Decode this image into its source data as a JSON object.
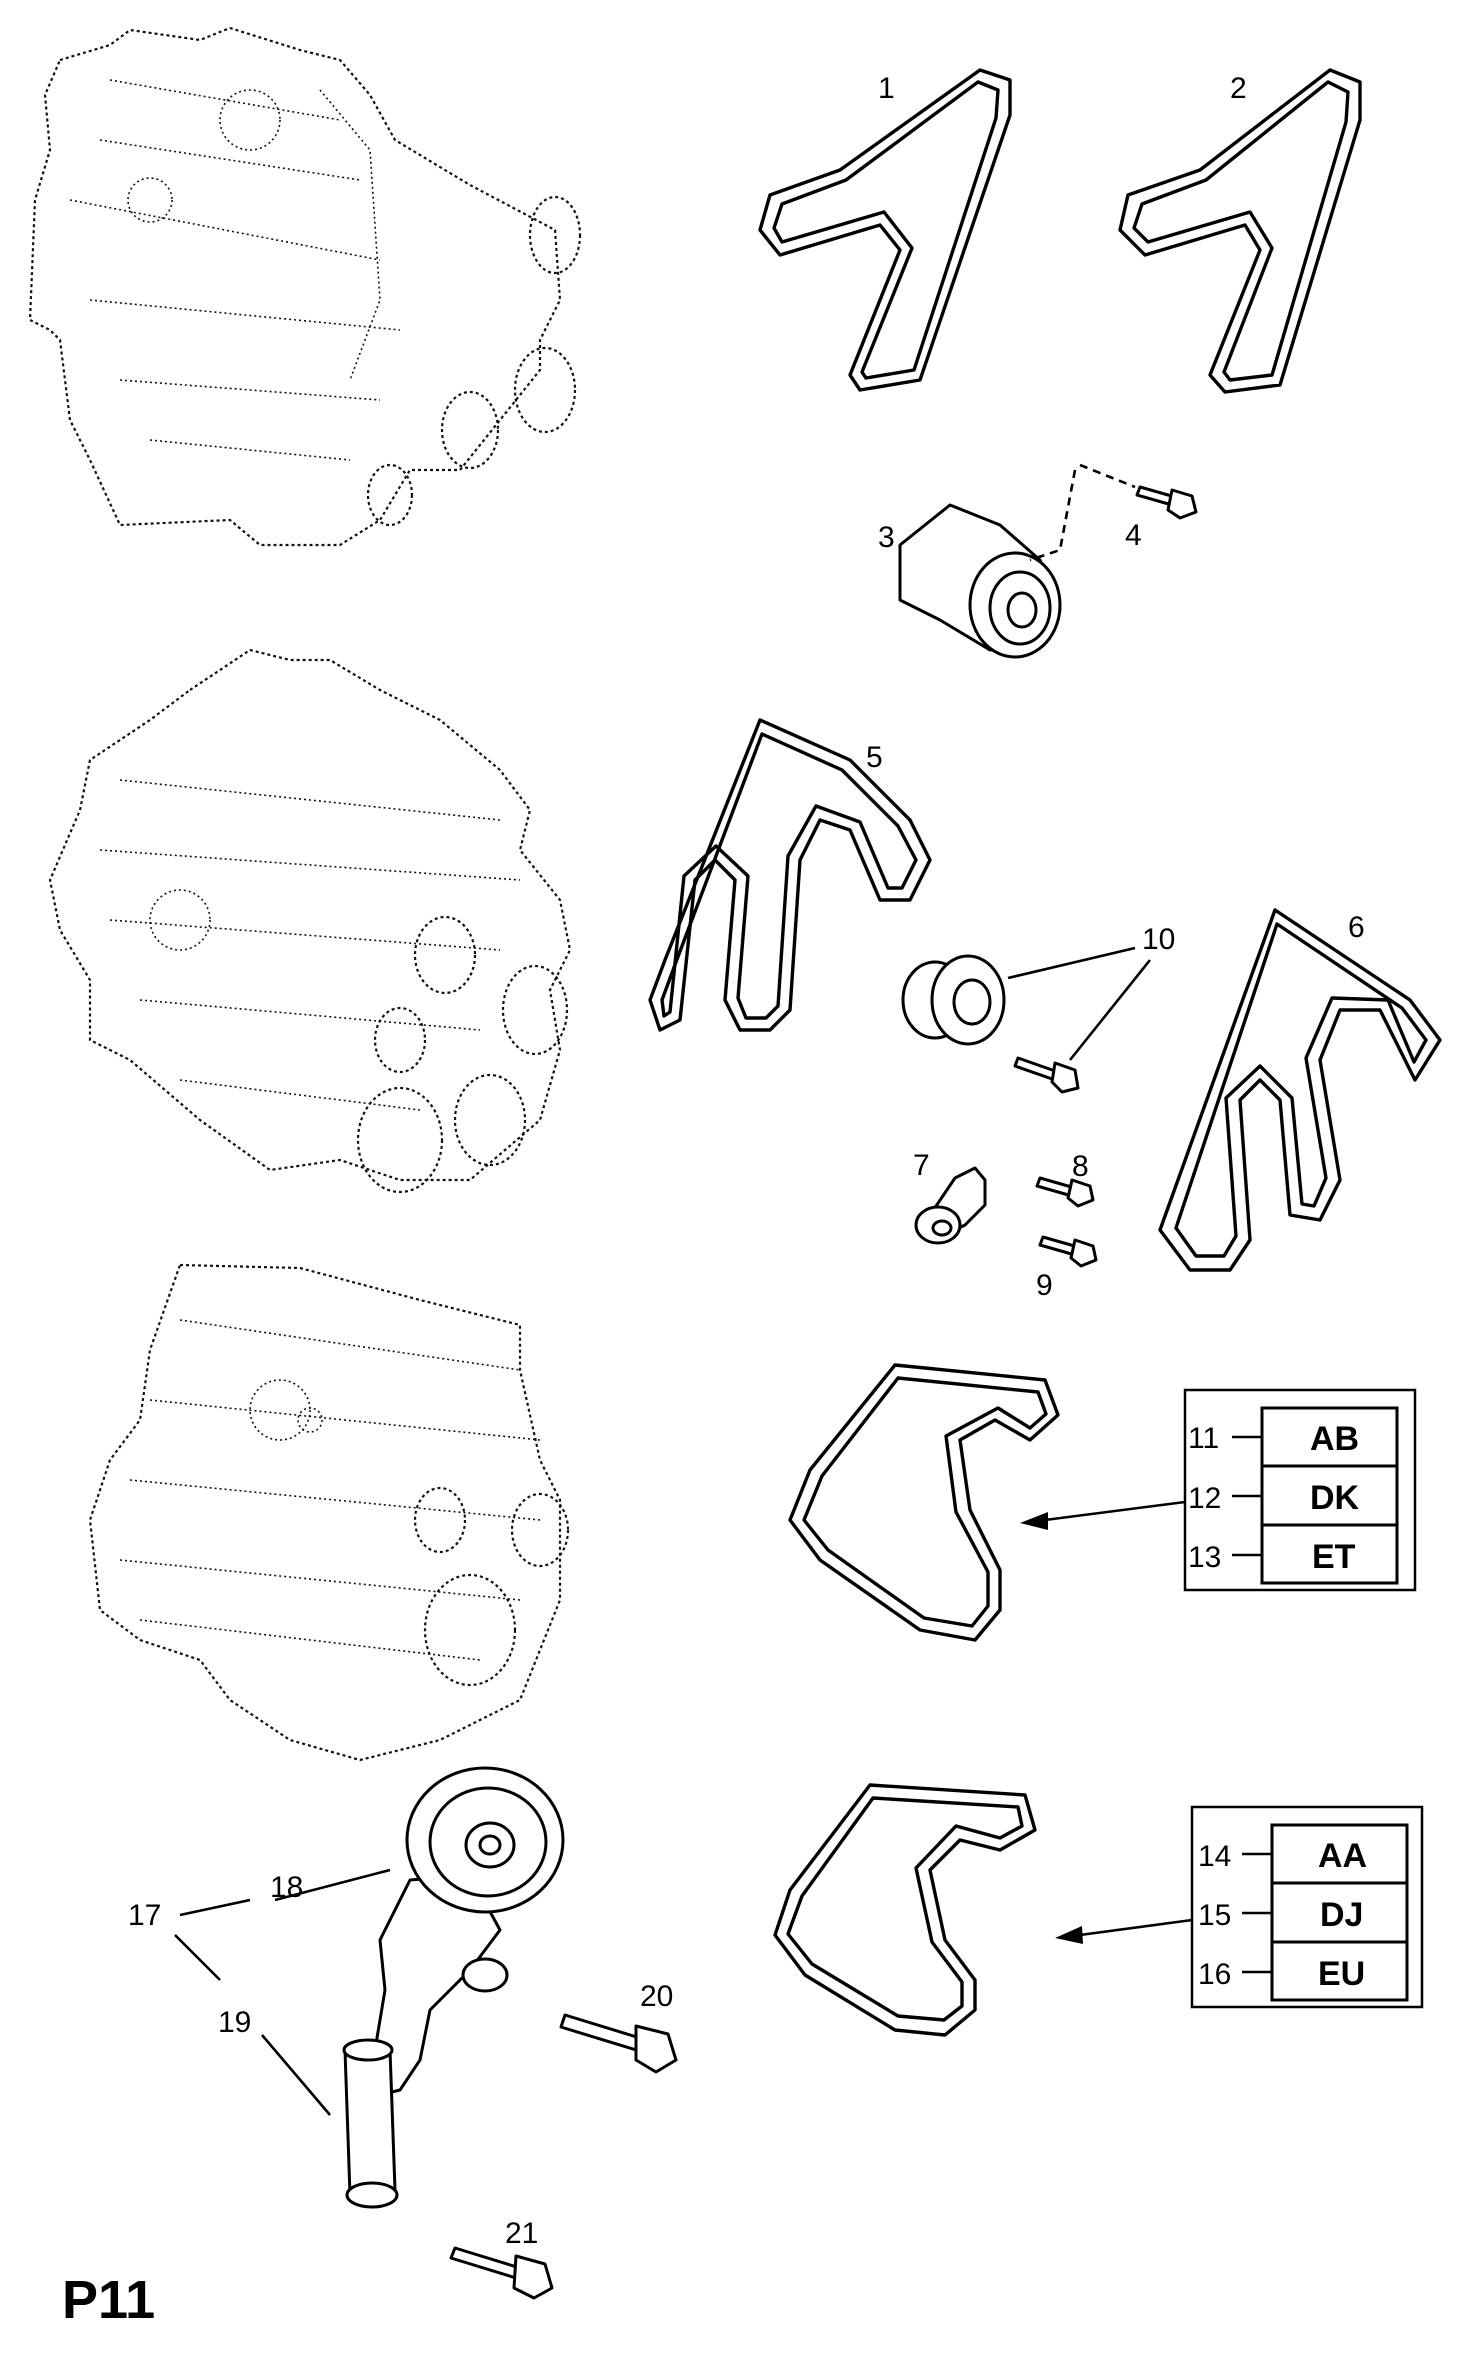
{
  "page_code": "P11",
  "callouts": {
    "c1": "1",
    "c2": "2",
    "c3": "3",
    "c4": "4",
    "c5": "5",
    "c6": "6",
    "c7": "7",
    "c8": "8",
    "c9": "9",
    "c10": "10",
    "c11": "11",
    "c12": "12",
    "c13": "13",
    "c14": "14",
    "c15": "15",
    "c16": "16",
    "c17": "17",
    "c18": "18",
    "c19": "19",
    "c20": "20",
    "c21": "21"
  },
  "table_a": {
    "rows": [
      {
        "num": "11",
        "code": "AB"
      },
      {
        "num": "12",
        "code": "DK"
      },
      {
        "num": "13",
        "code": "ET"
      }
    ]
  },
  "table_b": {
    "rows": [
      {
        "num": "14",
        "code": "AA"
      },
      {
        "num": "15",
        "code": "DJ"
      },
      {
        "num": "16",
        "code": "EU"
      }
    ]
  }
}
